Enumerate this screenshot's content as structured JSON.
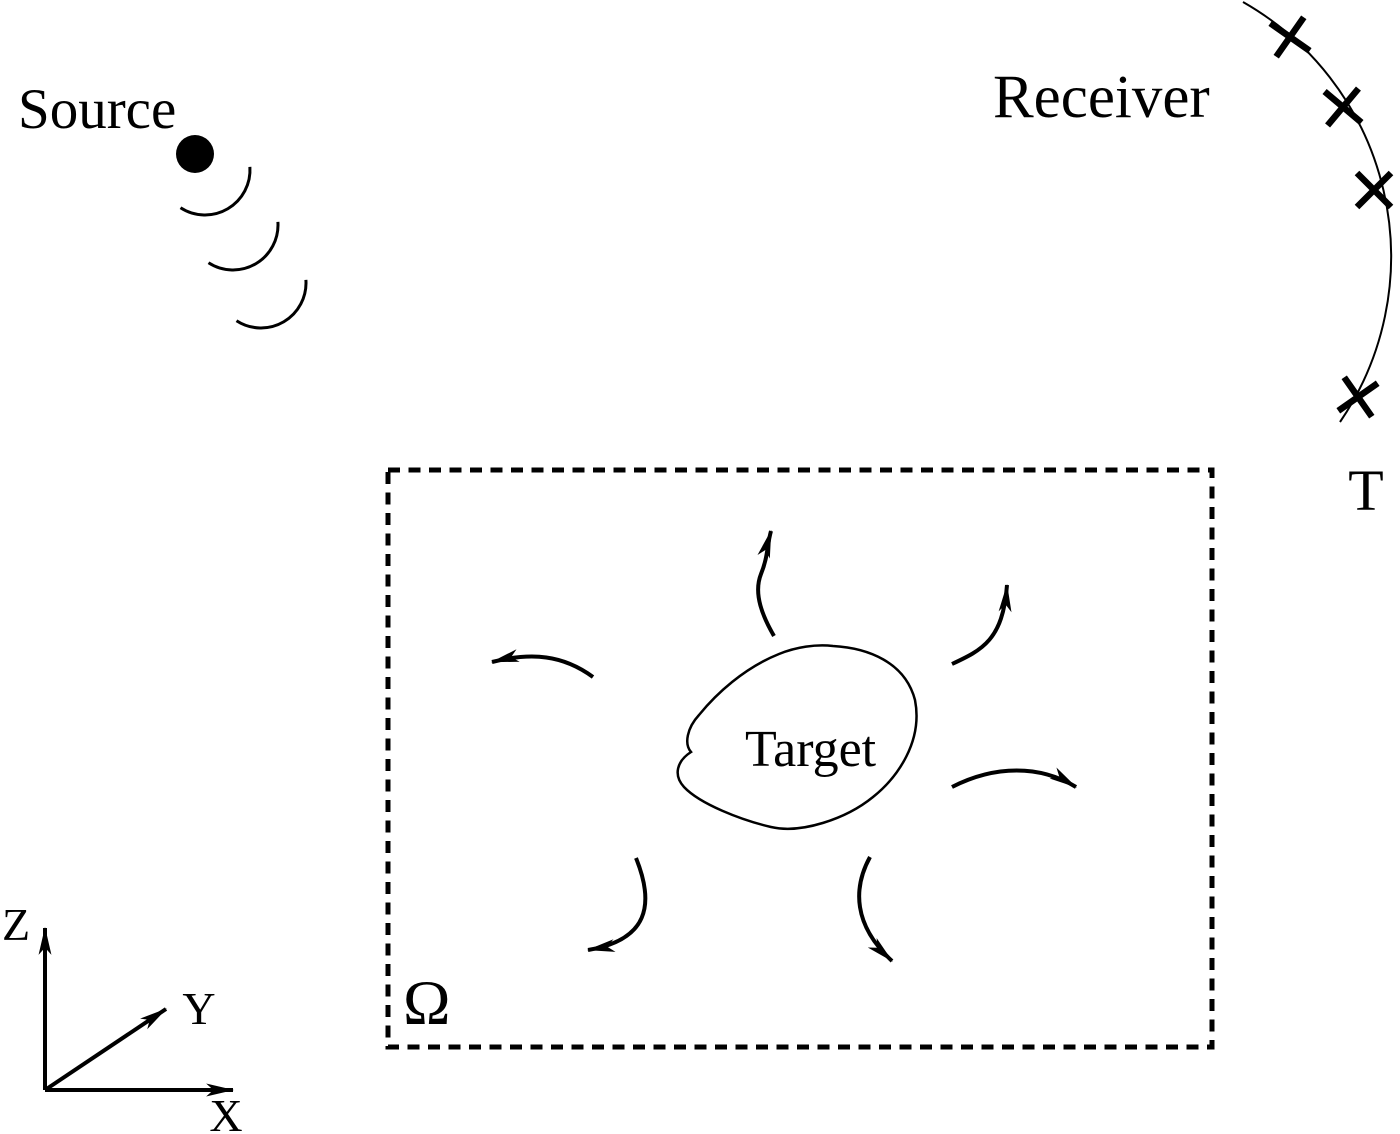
{
  "colors": {
    "ink": "#000000",
    "background": "#ffffff"
  },
  "source": {
    "label": "Source",
    "wave_arcs": 3
  },
  "receiver": {
    "label": "Receiver",
    "marker_symbol": "×",
    "marker_count": 4,
    "array_tag": "T"
  },
  "domain": {
    "label": "Ω"
  },
  "target": {
    "label": "Target",
    "outgoing_arrows": 6
  },
  "axes": {
    "x": "X",
    "y": "Y",
    "z": "Z"
  }
}
